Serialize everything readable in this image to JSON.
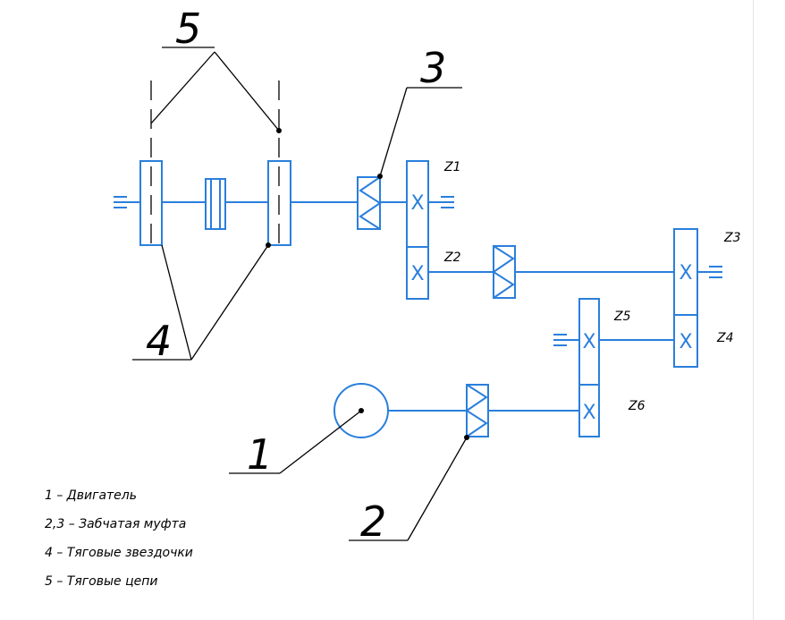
{
  "gear_mark": "X",
  "labels": {
    "z1": "Z1",
    "z2": "Z2",
    "z3": "Z3",
    "z4": "Z4",
    "z5": "Z5",
    "z6": "Z6"
  },
  "callouts": {
    "n1": "1",
    "n2": "2",
    "n3": "3",
    "n4": "4",
    "n5": "5"
  },
  "legend": [
    "1 – Двигатель",
    "2,3 – Забчатая муфта",
    "4 – Тяговые звездочки",
    "5 – Тяговые цепи"
  ],
  "colors": {
    "scheme_lines": "#2a7fdc",
    "leaders": "#000000",
    "background": "#ffffff"
  }
}
